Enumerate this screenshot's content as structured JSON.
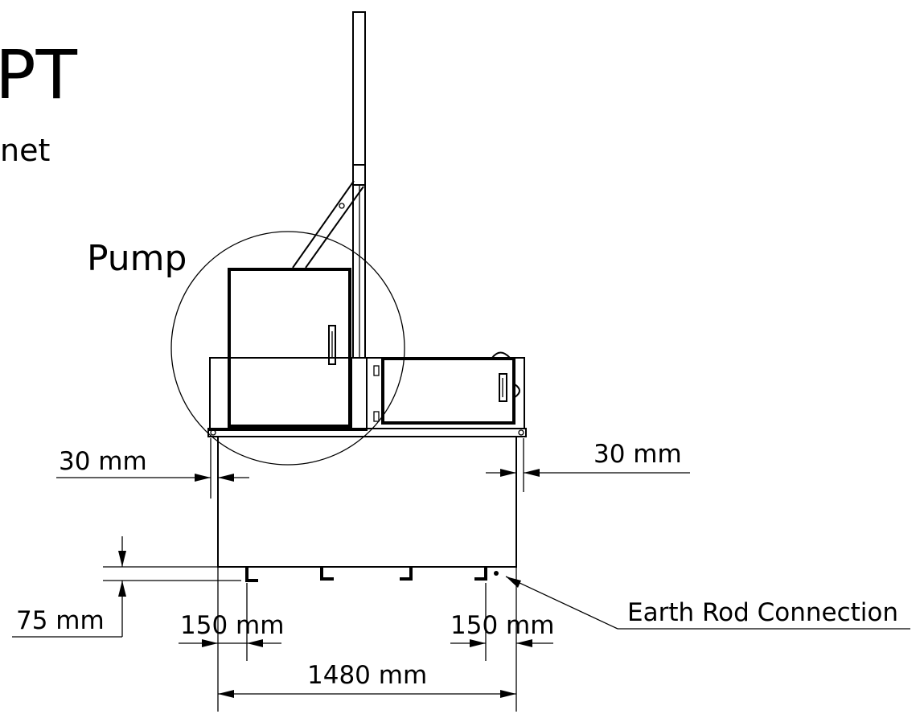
{
  "title_fragment": "PT",
  "subtitle_fragment": "net",
  "labels": {
    "pump": "Pump",
    "earth_rod": "Earth Rod Connection"
  },
  "dimensions": {
    "left_offset": "30 mm",
    "right_offset": "30 mm",
    "height": "75 mm",
    "left_foot": "150 mm",
    "right_foot": "150 mm",
    "width": "1480 mm"
  }
}
